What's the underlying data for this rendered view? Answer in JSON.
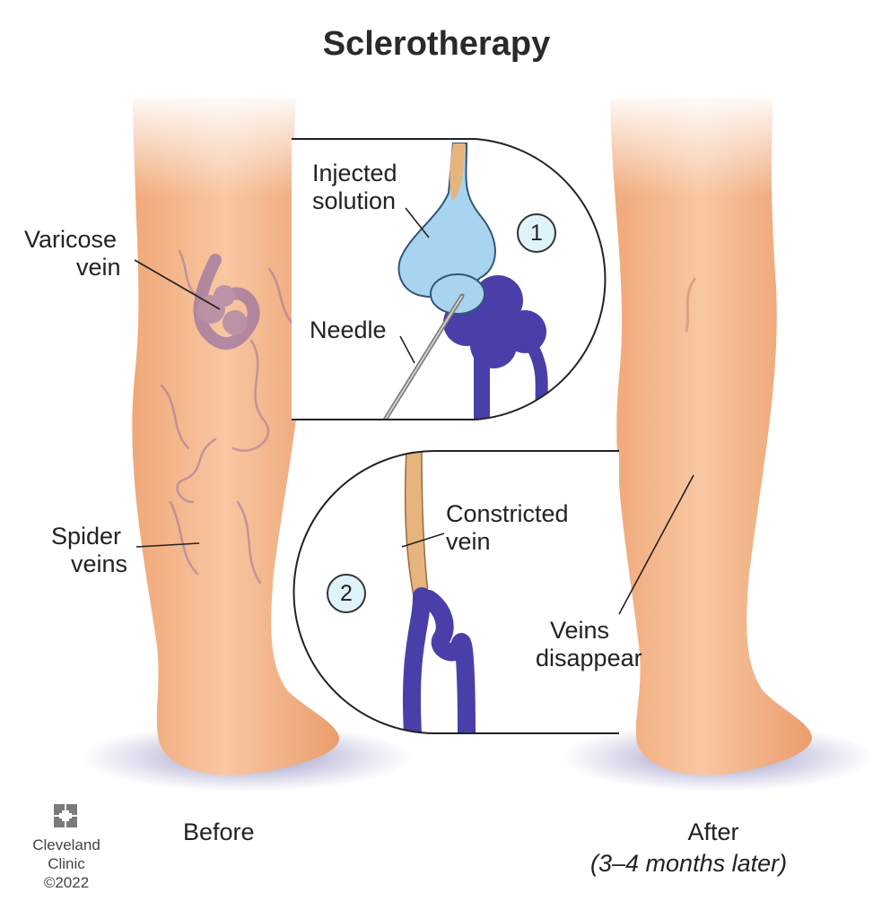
{
  "title": "Sclerotherapy",
  "labels": {
    "varicose_vein": [
      "Varicose",
      "vein"
    ],
    "spider_veins": [
      "Spider",
      "veins"
    ],
    "injected_solution": [
      "Injected",
      "solution"
    ],
    "needle": "Needle",
    "constricted_vein": [
      "Constricted",
      "vein"
    ],
    "veins_disappear": [
      "Veins",
      "disappear"
    ],
    "before": "Before",
    "after": "After",
    "after_note": "(3–4 months later)"
  },
  "steps": [
    "1",
    "2"
  ],
  "logo": {
    "name": [
      "Cleveland",
      "Clinic"
    ],
    "copyright": "©2022"
  },
  "colors": {
    "skin": "#f4b68c",
    "vein": "#4a3fa8",
    "solution": "#a8d4f0",
    "shadow": "#8a86c0"
  }
}
